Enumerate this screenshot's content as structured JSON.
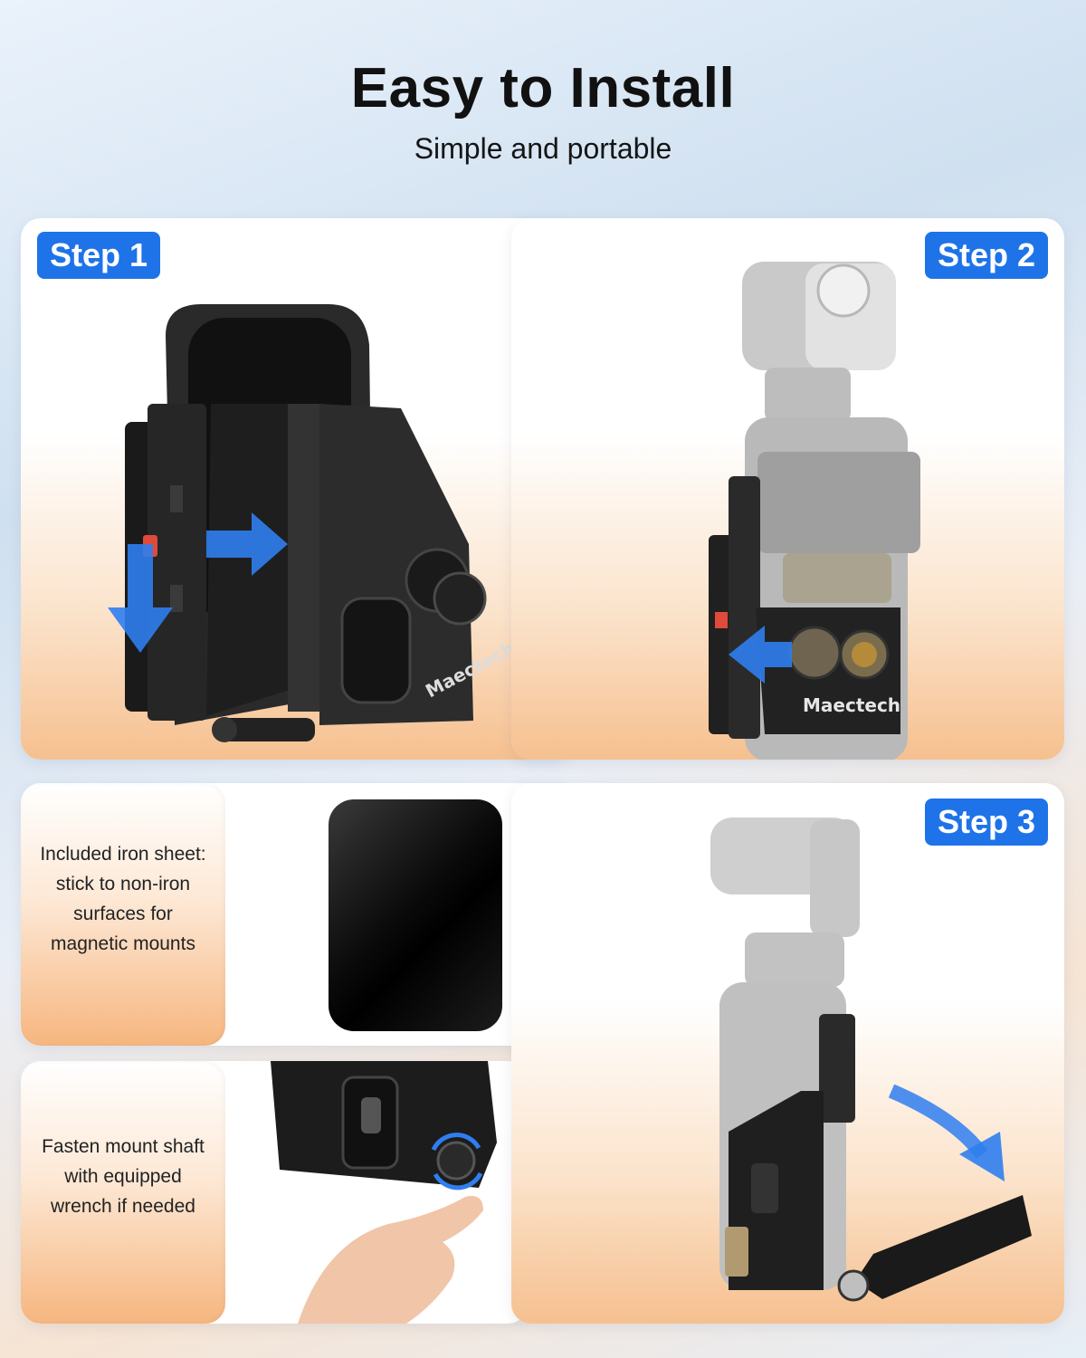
{
  "header": {
    "title": "Easy to Install",
    "subtitle": "Simple and portable"
  },
  "steps": [
    {
      "label": "Step 1"
    },
    {
      "label": "Step 2"
    },
    {
      "label": "Step 3"
    }
  ],
  "notes": {
    "iron_sheet": "Included iron sheet: stick to non-iron surfaces for magnetic mounts",
    "wrench": "Fasten mount shaft with equipped wrench if needed"
  },
  "brand": "Maectech",
  "colors": {
    "badge": "#1f73e8",
    "arrow": "#2f7ef0",
    "warm": "#f6c08f"
  },
  "icons": [
    "arrow-right-icon",
    "arrow-down-icon",
    "arrow-left-icon",
    "arrow-rotate-icon"
  ]
}
